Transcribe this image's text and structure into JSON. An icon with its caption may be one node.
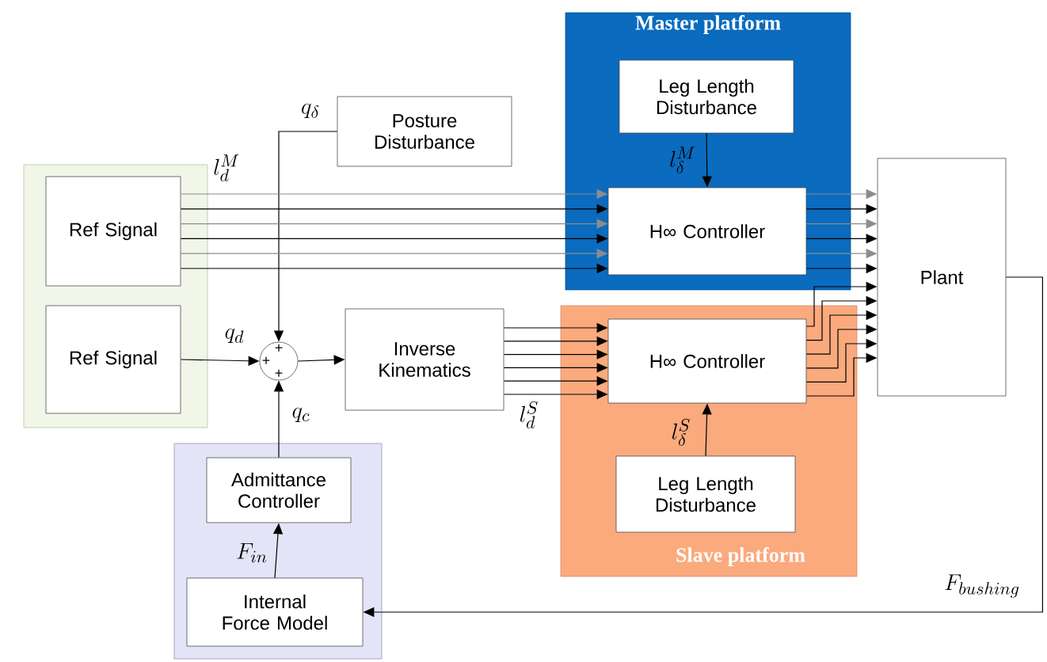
{
  "diagram": {
    "nodes": [
      {
        "text": [
          "Posture Disturbance"
        ]
      },
      {
        "text": [
          "Master platform"
        ]
      },
      {
        "text": [
          "Leg Length Disturbance"
        ],
        "in": 1
      },
      {
        "text": [
          "H∞ Controller"
        ],
        "in": 1
      },
      {
        "text": [],
        "shape": "box"
      },
      {
        "text": [
          "Ref Signal"
        ],
        "in": 4
      },
      {
        "text": [
          "Ref Signal"
        ],
        "in": 4
      },
      {
        "text": [
          "+",
          "+",
          "+"
        ]
      },
      {
        "text": [
          "Inverse Kinematics"
        ]
      },
      {
        "text": [
          "Slave platform"
        ]
      },
      {
        "text": [
          "H∞ Controller"
        ],
        "in": 9
      },
      {
        "text": [
          "Leg Length Disturbance"
        ],
        "in": 9
      },
      {
        "text": [
          "Plant"
        ]
      },
      {
        "text": [],
        "shape": "box"
      },
      {
        "text": [
          "Admittance Controller"
        ],
        "in": 13
      },
      {
        "text": [
          "Internal Force Model"
        ],
        "in": 13
      }
    ],
    "edges": [
      {
        "from": 0,
        "to": 7,
        "arrow": "to",
        "label": "q_\\delta"
      },
      {
        "from": 5,
        "to": 3,
        "arrow": "to",
        "label": "l_d^M",
        "color": "#8c8c8c"
      },
      {
        "from": 5,
        "to": 3,
        "arrow": "to"
      },
      {
        "from": 5,
        "to": 3,
        "arrow": "to",
        "color": "#8c8c8c"
      },
      {
        "from": 5,
        "to": 3,
        "arrow": "to"
      },
      {
        "from": 5,
        "to": 3,
        "arrow": "to",
        "color": "#8c8c8c"
      },
      {
        "from": 5,
        "to": 3,
        "arrow": "to"
      },
      {
        "from": 2,
        "to": 3,
        "arrow": "to",
        "label": "l_\\delta^M"
      },
      {
        "from": 3,
        "to": 12,
        "arrow": "to",
        "color": "#8c8c8c"
      },
      {
        "from": 3,
        "to": 12,
        "arrow": "to"
      },
      {
        "from": 3,
        "to": 12,
        "arrow": "to",
        "color": "#8c8c8c"
      },
      {
        "from": 3,
        "to": 12,
        "arrow": "to"
      },
      {
        "from": 3,
        "to": 12,
        "arrow": "to",
        "color": "#8c8c8c"
      },
      {
        "from": 3,
        "to": 12,
        "arrow": "to"
      },
      {
        "from": 6,
        "to": 7,
        "arrow": "to",
        "label": "q_d"
      },
      {
        "from": 14,
        "to": 7,
        "arrow": "to",
        "label": "q_c"
      },
      {
        "from": 7,
        "to": 8,
        "arrow": "to"
      },
      {
        "from": 8,
        "to": 10,
        "arrow": "to"
      },
      {
        "from": 8,
        "to": 10,
        "arrow": "to"
      },
      {
        "from": 8,
        "to": 10,
        "arrow": "to"
      },
      {
        "from": 8,
        "to": 10,
        "arrow": "to"
      },
      {
        "from": 8,
        "to": 10,
        "arrow": "to"
      },
      {
        "from": 8,
        "to": 10,
        "arrow": "to",
        "label": "l_d^S"
      },
      {
        "from": 11,
        "to": 10,
        "arrow": "to",
        "label": "l_\\delta^S"
      },
      {
        "from": 10,
        "to": 12,
        "arrow": "to"
      },
      {
        "from": 10,
        "to": 12,
        "arrow": "to"
      },
      {
        "from": 10,
        "to": 12,
        "arrow": "to"
      },
      {
        "from": 10,
        "to": 12,
        "arrow": "to"
      },
      {
        "from": 10,
        "to": 12,
        "arrow": "to"
      },
      {
        "from": 10,
        "to": 12,
        "arrow": "to"
      },
      {
        "from": 12,
        "to": 15,
        "arrow": "to",
        "label": "F_{bushing}"
      },
      {
        "from": 15,
        "to": 14,
        "arrow": "to",
        "label": "F_{in}"
      }
    ]
  }
}
